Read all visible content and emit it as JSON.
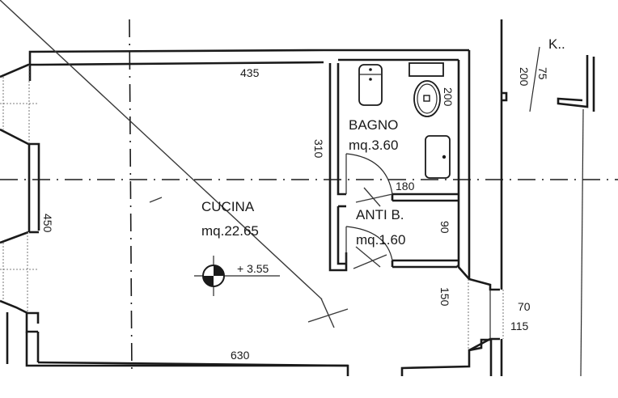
{
  "plan": {
    "rooms": [
      {
        "name": "CUCINA",
        "area": "mq.22.65"
      },
      {
        "name": "BAGNO",
        "area": "mq.3.60"
      },
      {
        "name": "ANTI B.",
        "area": "mq.1.60"
      }
    ],
    "dimensions": {
      "kitchen_top_width": "435",
      "kitchen_bottom_width": "630",
      "left_wall_height": "450",
      "bath_wall_height": "310",
      "bath_width": "180",
      "bath_fixture_height": "200",
      "anti_height": "90",
      "window_right_height": "150",
      "window_sill": "70",
      "window_lintel": "115",
      "top_right_door_width": "75",
      "top_right_door_height": "200"
    },
    "elevation_marker": "+ 3.55",
    "partial_label": "K..",
    "colors": {
      "ink": "#1a1a1a",
      "paper": "#ffffff"
    }
  }
}
